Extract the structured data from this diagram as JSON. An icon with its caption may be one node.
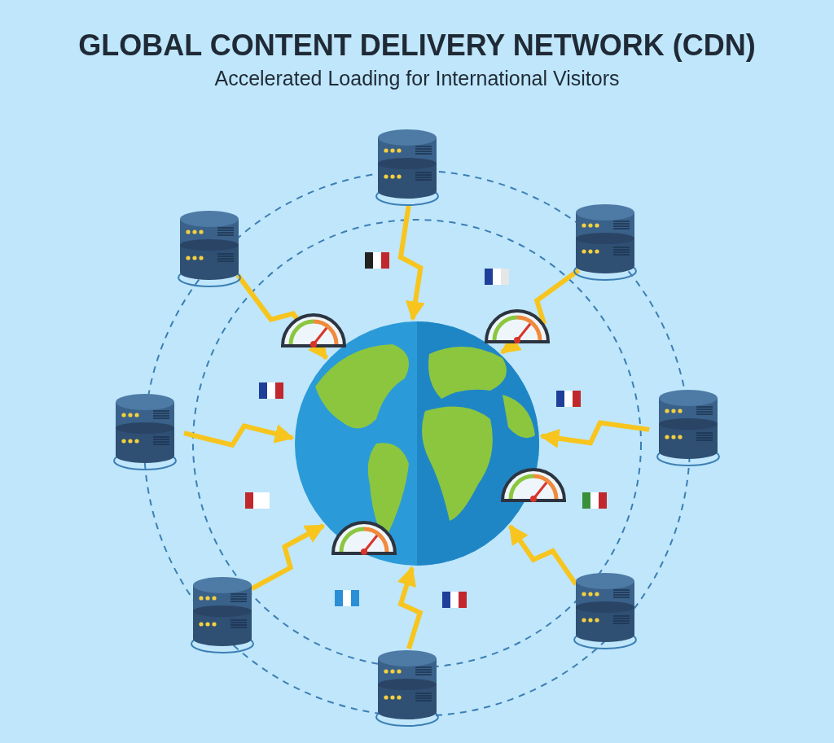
{
  "diagram": {
    "title": "GLOBAL CONTENT DELIVERY NETWORK (CDN)",
    "nodes": [
      {
        "text": [],
        "shape": "cylinder"
      },
      {
        "text": [],
        "shape": "cylinder"
      },
      {
        "text": [],
        "shape": "cylinder"
      },
      {
        "text": [],
        "shape": "picture"
      },
      {
        "text": [],
        "shape": "cylinder"
      },
      {
        "text": [],
        "shape": "cylinder"
      },
      {
        "text": [],
        "shape": "cylinder"
      },
      {
        "text": [],
        "shape": "cylinder"
      },
      {
        "text": [],
        "shape": "cylinder"
      }
    ],
    "edges": [
      {
        "from": 0,
        "to": 3,
        "arrow": "to"
      },
      {
        "from": 1,
        "to": 3,
        "arrow": "to"
      },
      {
        "from": 2,
        "to": 3,
        "arrow": "to"
      },
      {
        "from": 4,
        "to": 3,
        "arrow": "to"
      },
      {
        "from": 5,
        "to": 3,
        "arrow": "to"
      },
      {
        "from": 6,
        "to": 3,
        "arrow": "to"
      },
      {
        "from": 7,
        "to": 3,
        "arrow": "to"
      },
      {
        "from": 8,
        "to": 3,
        "arrow": "to"
      }
    ],
    "labels": [
      "Accelerated Loading for International Visitors"
    ]
  }
}
